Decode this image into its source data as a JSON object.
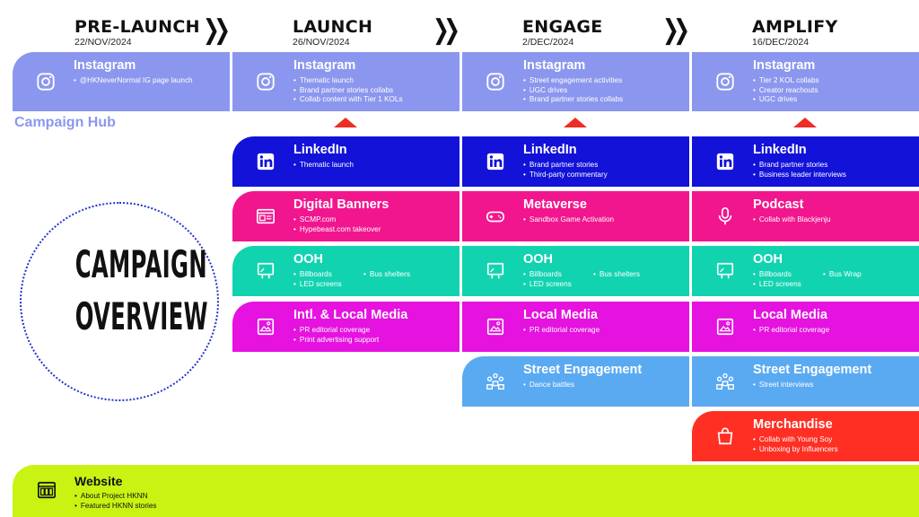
{
  "colors": {
    "instagram": "#8b97ee",
    "linkedin": "#1212d8",
    "pink": "#f1168e",
    "teal": "#12d3b0",
    "magenta": "#e512e0",
    "street": "#5aaaf2",
    "merch": "#ff2f24",
    "website": "#c8f313",
    "triangle": "#ee2d24"
  },
  "phases": [
    {
      "title": "PRE-LAUNCH",
      "date": "22/NOV/2024"
    },
    {
      "title": "LAUNCH",
      "date": "26/NOV/2024"
    },
    {
      "title": "ENGAGE",
      "date": "2/DEC/2024"
    },
    {
      "title": "AMPLIFY",
      "date": "16/DEC/2024"
    }
  ],
  "chevron": "❯❯",
  "hub_label": "Campaign Hub",
  "overview": {
    "line1": "CAMPAIGN",
    "line2": "OVERVIEW"
  },
  "instagram": [
    {
      "title": "Instagram",
      "icon": "instagram-icon",
      "bullets": [
        "@HKNeverNormal IG page launch"
      ]
    },
    {
      "title": "Instagram",
      "icon": "instagram-icon",
      "bullets": [
        "Thematic launch",
        "Brand partner stories collabs",
        "Collab content with Tier 1 KOLs"
      ]
    },
    {
      "title": "Instagram",
      "icon": "instagram-icon",
      "bullets": [
        "Street engagement activities",
        "UGC drives",
        "Brand partner stories collabs"
      ]
    },
    {
      "title": "Instagram",
      "icon": "instagram-icon",
      "bullets": [
        "Tier 2 KOL collabs",
        "Creator reachouts",
        "UGC drives"
      ]
    }
  ],
  "launch": [
    {
      "title": "LinkedIn",
      "icon": "linkedin-icon",
      "bullets": [
        "Thematic launch"
      ]
    },
    {
      "title": "Digital Banners",
      "icon": "banner-icon",
      "bullets": [
        "SCMP.com",
        "Hypebeast.com takeover"
      ]
    },
    {
      "title": "OOH",
      "icon": "billboard-icon",
      "bullets": [
        "Billboards",
        "Bus shelters",
        "LED screens"
      ]
    },
    {
      "title": "Intl. & Local Media",
      "icon": "media-icon",
      "bullets": [
        "PR editorial coverage",
        "Print advertising support"
      ]
    }
  ],
  "engage": [
    {
      "title": "LinkedIn",
      "icon": "linkedin-icon",
      "bullets": [
        "Brand partner stories",
        "Third-party commentary"
      ]
    },
    {
      "title": "Metaverse",
      "icon": "gamepad-icon",
      "bullets": [
        "Sandbox Game Activation"
      ]
    },
    {
      "title": "OOH",
      "icon": "billboard-icon",
      "bullets": [
        "Billboards",
        "Bus shelters",
        "LED screens"
      ]
    },
    {
      "title": "Local Media",
      "icon": "media-icon",
      "bullets": [
        "PR editorial coverage"
      ]
    },
    {
      "title": "Street Engagement",
      "icon": "people-icon",
      "bullets": [
        "Dance battles"
      ]
    }
  ],
  "amplify": [
    {
      "title": "LinkedIn",
      "icon": "linkedin-icon",
      "bullets": [
        "Brand partner stories",
        "Business leader interviews"
      ]
    },
    {
      "title": "Podcast",
      "icon": "microphone-icon",
      "bullets": [
        "Collab with Blackjenju"
      ]
    },
    {
      "title": "OOH",
      "icon": "billboard-icon",
      "bullets": [
        "Billboards",
        "Bus Wrap",
        "LED screens"
      ]
    },
    {
      "title": "Local Media",
      "icon": "media-icon",
      "bullets": [
        "PR editorial coverage"
      ]
    },
    {
      "title": "Street Engagement",
      "icon": "people-icon",
      "bullets": [
        "Street interviews"
      ]
    },
    {
      "title": "Merchandise",
      "icon": "bag-icon",
      "bullets": [
        "Collab with Young Soy",
        "Unboxing by Influencers"
      ]
    }
  ],
  "website": {
    "title": "Website",
    "icon": "browser-icon",
    "bullets": [
      "About Project HKNN",
      "Featured HKNN stories"
    ]
  }
}
